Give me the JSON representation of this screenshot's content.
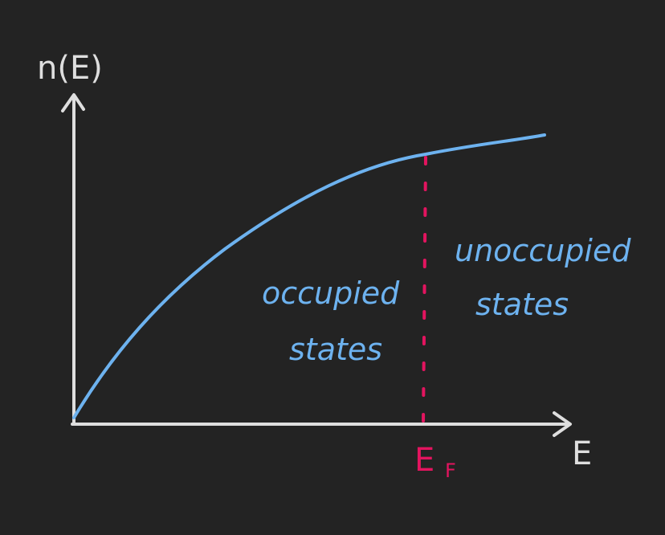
{
  "diagram": {
    "y_axis_label": "n(E)",
    "x_axis_label": "E",
    "fermi_label": "E",
    "fermi_subscript": "F",
    "region_left_line1": "occupied",
    "region_left_line2": "states",
    "region_right_line1": "unoccupied",
    "region_right_line2": "states",
    "colors": {
      "background": "#232323",
      "axes": "#dedede",
      "curve": "#6db2ef",
      "fermi_line": "#e3145f",
      "region_text": "#6db2ef"
    }
  }
}
